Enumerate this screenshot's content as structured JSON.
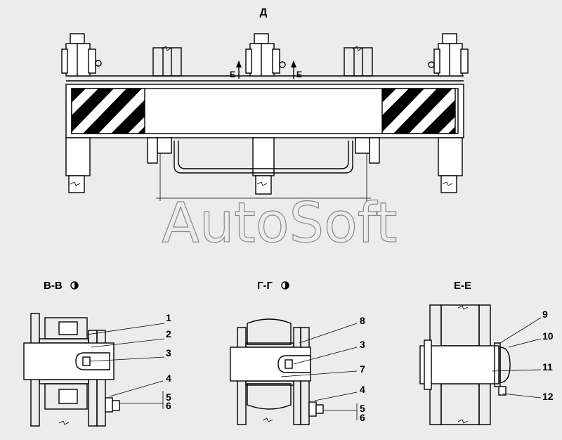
{
  "views": {
    "top": {
      "title": "Д"
    },
    "section_vv": {
      "title": "В-В",
      "rotation_icon": "rotated-view-icon"
    },
    "section_gg": {
      "title": "Г-Г",
      "rotation_icon": "rotated-view-icon"
    },
    "section_ee": {
      "title": "Е-Е"
    }
  },
  "section_markers": {
    "left": "Е",
    "right": "Е"
  },
  "callouts": {
    "vv": [
      "1",
      "2",
      "3",
      "4",
      "5",
      "6"
    ],
    "gg": [
      "8",
      "3",
      "7",
      "4",
      "5",
      "6"
    ],
    "ee": [
      "9",
      "10",
      "11",
      "12"
    ]
  },
  "watermark": "AutoSoft"
}
